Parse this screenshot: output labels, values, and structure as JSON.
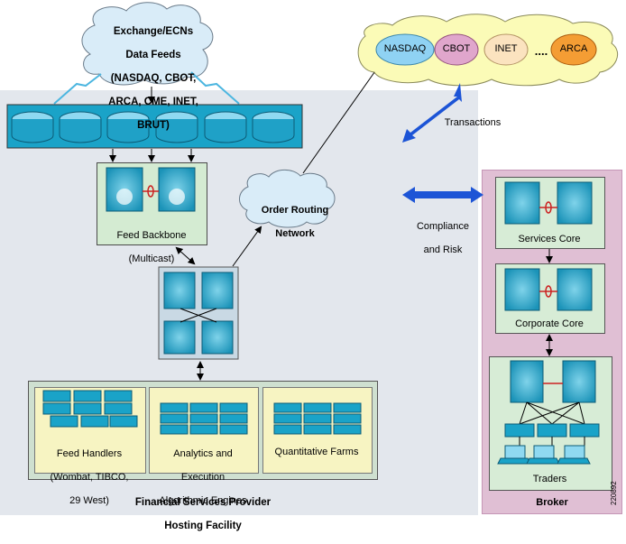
{
  "data_feeds": {
    "line1": "Exchange/ECNs",
    "line2": "Data Feeds",
    "line3": "(NASDAQ, CBOT,",
    "line4": "ARCA, CME, INET,",
    "line5": "BRUT)"
  },
  "exchanges": {
    "nasdaq": "NASDAQ",
    "cbot": "CBOT",
    "inet": "INET",
    "dots": "....",
    "arca": "ARCA"
  },
  "colors": {
    "nasdaq": "#8fd2f3",
    "cbot": "#e0a6cc",
    "inet": "#fbe3bf",
    "arca": "#f49d34",
    "arrow_blue": "#1c54d6",
    "cloud": "#fbfbb7"
  },
  "transactions": "Transactions",
  "compliance": {
    "line1": "Compliance",
    "line2": "and Risk"
  },
  "order_routing": {
    "line1": "Order Routing",
    "line2": "Network"
  },
  "feed_backbone": {
    "line1": "Feed Backbone",
    "line2": "(Multicast)"
  },
  "feed_handlers": {
    "line1": "Feed Handlers",
    "line2": "(Wombat, TIBCO,",
    "line3": "29 West)"
  },
  "analytics": {
    "line1": "Analytics and",
    "line2": "Execution",
    "line3": "Algorithmic Engines"
  },
  "quant": "Quantitative Farms",
  "fsp": {
    "line1": "Financial Services Provider",
    "line2": "Hosting Facility"
  },
  "services_core": "Services Core",
  "corporate_core": "Corporate Core",
  "traders": "Traders",
  "broker": "Broker",
  "figure_id": "220892"
}
